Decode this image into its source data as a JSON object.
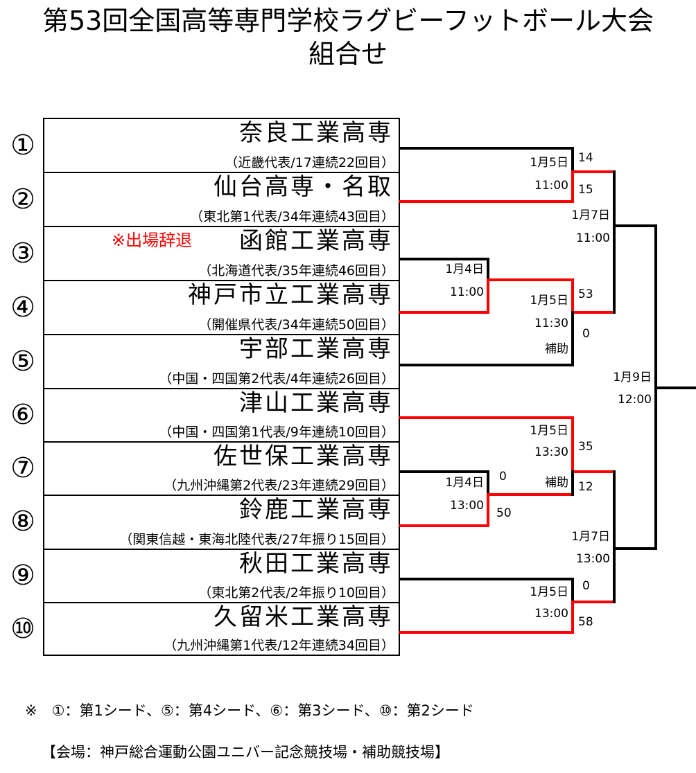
{
  "title": {
    "line1": "第53回全国高等専門学校ラグビーフットボール大会",
    "line2": "組合せ"
  },
  "teams": [
    {
      "num": "①",
      "name": "奈良工業高専",
      "info": "（近畿代表/17連続22回目）"
    },
    {
      "num": "②",
      "name": "仙台高専・名取",
      "info": "（東北第1代表/34年連続43回目）"
    },
    {
      "num": "③",
      "name": "函館工業高専",
      "info": "（北海道代表/35年連続46回目）",
      "note": "※出場辞退"
    },
    {
      "num": "④",
      "name": "神戸市立工業高専",
      "info": "（開催県代表/34年連続50回目）"
    },
    {
      "num": "⑤",
      "name": "宇部工業高専",
      "info": "（中国・四国第2代表/4年連続26回目）"
    },
    {
      "num": "⑥",
      "name": "津山工業高専",
      "info": "（中国・四国第1代表/9年連続10回目）"
    },
    {
      "num": "⑦",
      "name": "佐世保工業高専",
      "info": "（九州沖縄第2代表/23年連続29回目）"
    },
    {
      "num": "⑧",
      "name": "鈴鹿工業高専",
      "info": "（関東信越・東海北陸代表/27年振り15回目）"
    },
    {
      "num": "⑨",
      "name": "秋田工業高専",
      "info": "（東北第2代表/2年振り10回目）"
    },
    {
      "num": "⑩",
      "name": "久留米工業高専",
      "info": "（九州沖縄第1代表/12年連続34回目）"
    }
  ],
  "matches": {
    "r1_top": {
      "date": "1月4日",
      "time": "11:00"
    },
    "r1_bottom": {
      "date": "1月4日",
      "time": "13:00",
      "score_top": "0",
      "score_bottom": "50"
    },
    "qf1": {
      "date": "1月5日",
      "time": "11:00",
      "score_top": "14",
      "score_bottom": "15"
    },
    "qf2": {
      "date": "1月5日",
      "time": "11:30",
      "venue": "補助",
      "score_top": "53",
      "score_bottom": "0"
    },
    "qf3": {
      "date": "1月5日",
      "time": "13:30",
      "venue": "補助",
      "score_top": "35",
      "score_bottom": "12"
    },
    "qf4": {
      "date": "1月5日",
      "time": "13:00",
      "score_top": "0",
      "score_bottom": "58"
    },
    "sf1": {
      "date": "1月7日",
      "time": "11:00"
    },
    "sf2": {
      "date": "1月7日",
      "time": "13:00"
    },
    "final": {
      "date": "1月9日",
      "time": "12:00"
    }
  },
  "footer": {
    "seeds": "※　①：第1シード、⑤：第4シード、⑥：第3シード、⑩：第2シード",
    "venue": "【会場：神戸総合運動公園ユニバー記念競技場・補助競技場】"
  },
  "colors": {
    "winner_line": "#ff0000",
    "line": "#000000",
    "withdraw_text": "#ff0000"
  }
}
